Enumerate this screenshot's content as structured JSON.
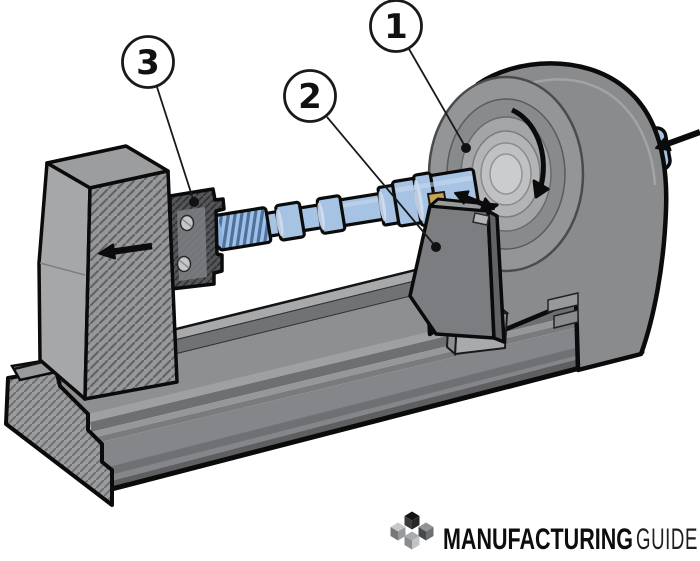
{
  "diagram": {
    "subject": "lathe-turning-machine-illustration",
    "callouts": [
      {
        "number": "1",
        "points_to": "spindle-face"
      },
      {
        "number": "2",
        "points_to": "tool-post"
      },
      {
        "number": "3",
        "points_to": "die-plate"
      }
    ],
    "logo": {
      "word_bold": "MANUFACTURING",
      "word_light": "GUIDE"
    },
    "colors": {
      "background": "#ffffff",
      "machine_gray": "#8e8f91",
      "workpiece_blue": "#a6c3e3",
      "outline_black": "#0b0b0b",
      "insert_gold": "#c9a552"
    }
  }
}
